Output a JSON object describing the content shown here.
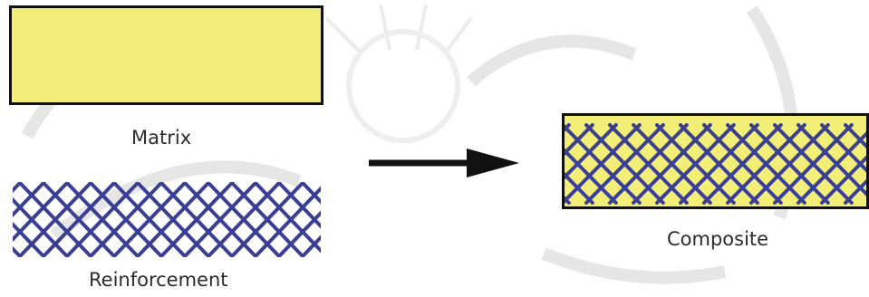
{
  "colors": {
    "matrix_fill": "#f2ee78",
    "fiber": "#3a3f96",
    "outline": "#111111",
    "watermark": "#e4e4e4"
  },
  "matrix": {
    "label": "Matrix"
  },
  "reinforcement": {
    "label": "Reinforcement"
  },
  "composite": {
    "label": "Composite"
  },
  "arrow": {
    "icon": "right-arrow-icon"
  }
}
